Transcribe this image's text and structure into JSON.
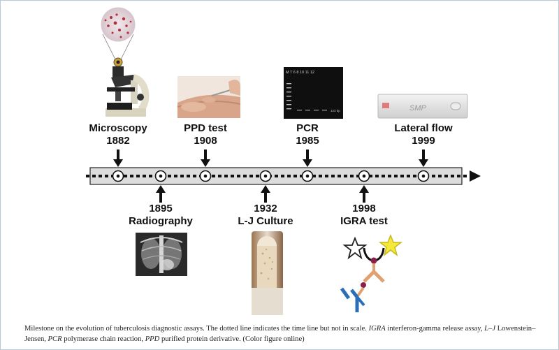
{
  "milestones_top": [
    {
      "name": "Microscopy",
      "year": "1882"
    },
    {
      "name": "PPD test",
      "year": "1908"
    },
    {
      "name": "PCR",
      "year": "1985"
    },
    {
      "name": "Lateral flow",
      "year": "1999"
    }
  ],
  "milestones_bottom": [
    {
      "year": "1895",
      "name": "Radiography"
    },
    {
      "year": "1932",
      "name": "L-J Culture"
    },
    {
      "year": "1998",
      "name": "IGRA test"
    }
  ],
  "gel_lane_labels": "M  T  6  8  10  11  12",
  "gel_band_label": "123 bp",
  "strip_brand": "SMP",
  "caption": {
    "lead": "Milestone on the evolution of tuberculosis diagnostic assays. The dotted line indicates the time line but not in scale. ",
    "abbr1": "IGRA",
    "def1": " interferon-gamma release assay, ",
    "abbr2": "L–J",
    "def2": " Lowenstein–Jensen, ",
    "abbr3": "PCR",
    "def3": " polymerase chain reaction, ",
    "abbr4": "PPD",
    "def4": " purified protein derivative. (Color figure online)"
  }
}
